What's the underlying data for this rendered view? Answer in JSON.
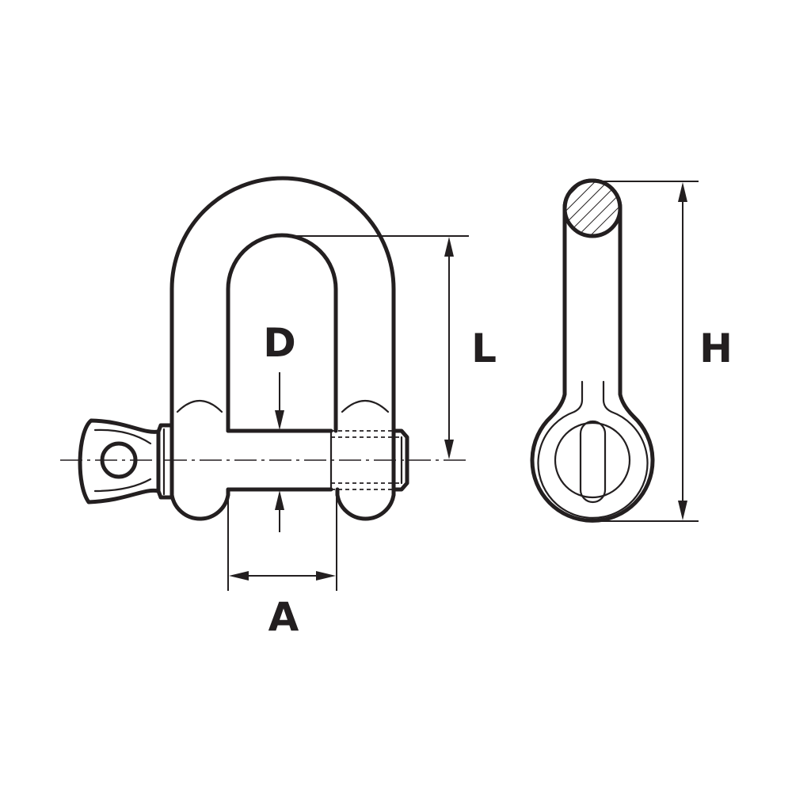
{
  "labels": {
    "d": "D",
    "l": "L",
    "a": "A",
    "h": "H"
  },
  "colors": {
    "ink": "#231f20",
    "background": "#ffffff"
  }
}
